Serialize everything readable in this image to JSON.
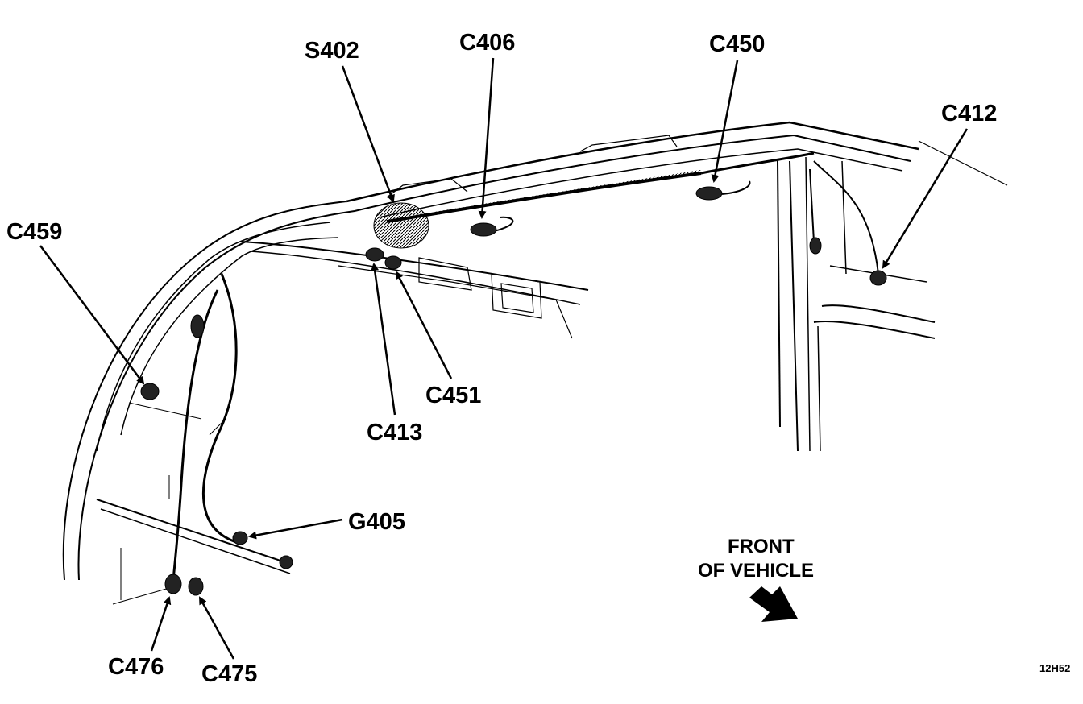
{
  "diagram": {
    "labels": {
      "s402": "S402",
      "c406": "C406",
      "c450": "C450",
      "c412": "C412",
      "c459": "C459",
      "c451": "C451",
      "c413": "C413",
      "g405": "G405",
      "c476": "C476",
      "c475": "C475"
    },
    "front_line1": "FRONT",
    "front_line2": "OF VEHICLE",
    "figure_code": "12H52"
  }
}
